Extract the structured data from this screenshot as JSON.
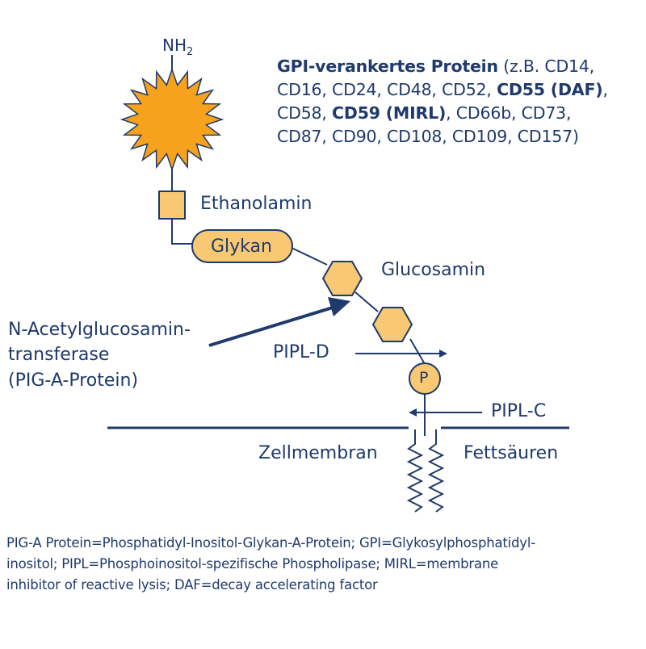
{
  "protein": {
    "title": "GPI-verankertes Protein",
    "line1_rest": " (z.B. CD14,",
    "line2_a": "CD16, CD24, CD48, CD52, ",
    "line2_bold": "CD55 (DAF)",
    "line2_b": ",",
    "line3_a": "CD58, ",
    "line3_bold": "CD59 (MIRL)",
    "line3_b": ", CD66b, CD73,",
    "line4": "CD87, CD90, CD108, CD109, CD157)"
  },
  "labels": {
    "nh2_base": "NH",
    "nh2_sub": "2",
    "ethanolamin": "Ethanolamin",
    "glykan": "Glykan",
    "glucosamin": "Glucosamin",
    "enzyme_line1": "N-Acetylglucosamin-",
    "enzyme_line2": "transferase",
    "enzyme_line3": "(PIG-A-Protein)",
    "pipl_d": "PIPL-D",
    "pipl_c": "PIPL-C",
    "phosphate": "P",
    "zellmembran": "Zellmembran",
    "fettsaeuren": "Fettsäuren"
  },
  "legend": {
    "line1": "PIG-A Protein=Phosphatidyl-Inositol-Glykan-A-Protein; GPI=Glykosylphosphatidyl-",
    "line2": "inositol; PIPL=Phosphoinositol-spezifische Phospholipase; MIRL=membrane",
    "line3": "inhibitor of reactive lysis; DAF=decay accelerating factor"
  },
  "colors": {
    "navy": "#1f3a6b",
    "sun": "#f6a21c",
    "fill_light": "#f8c873"
  }
}
